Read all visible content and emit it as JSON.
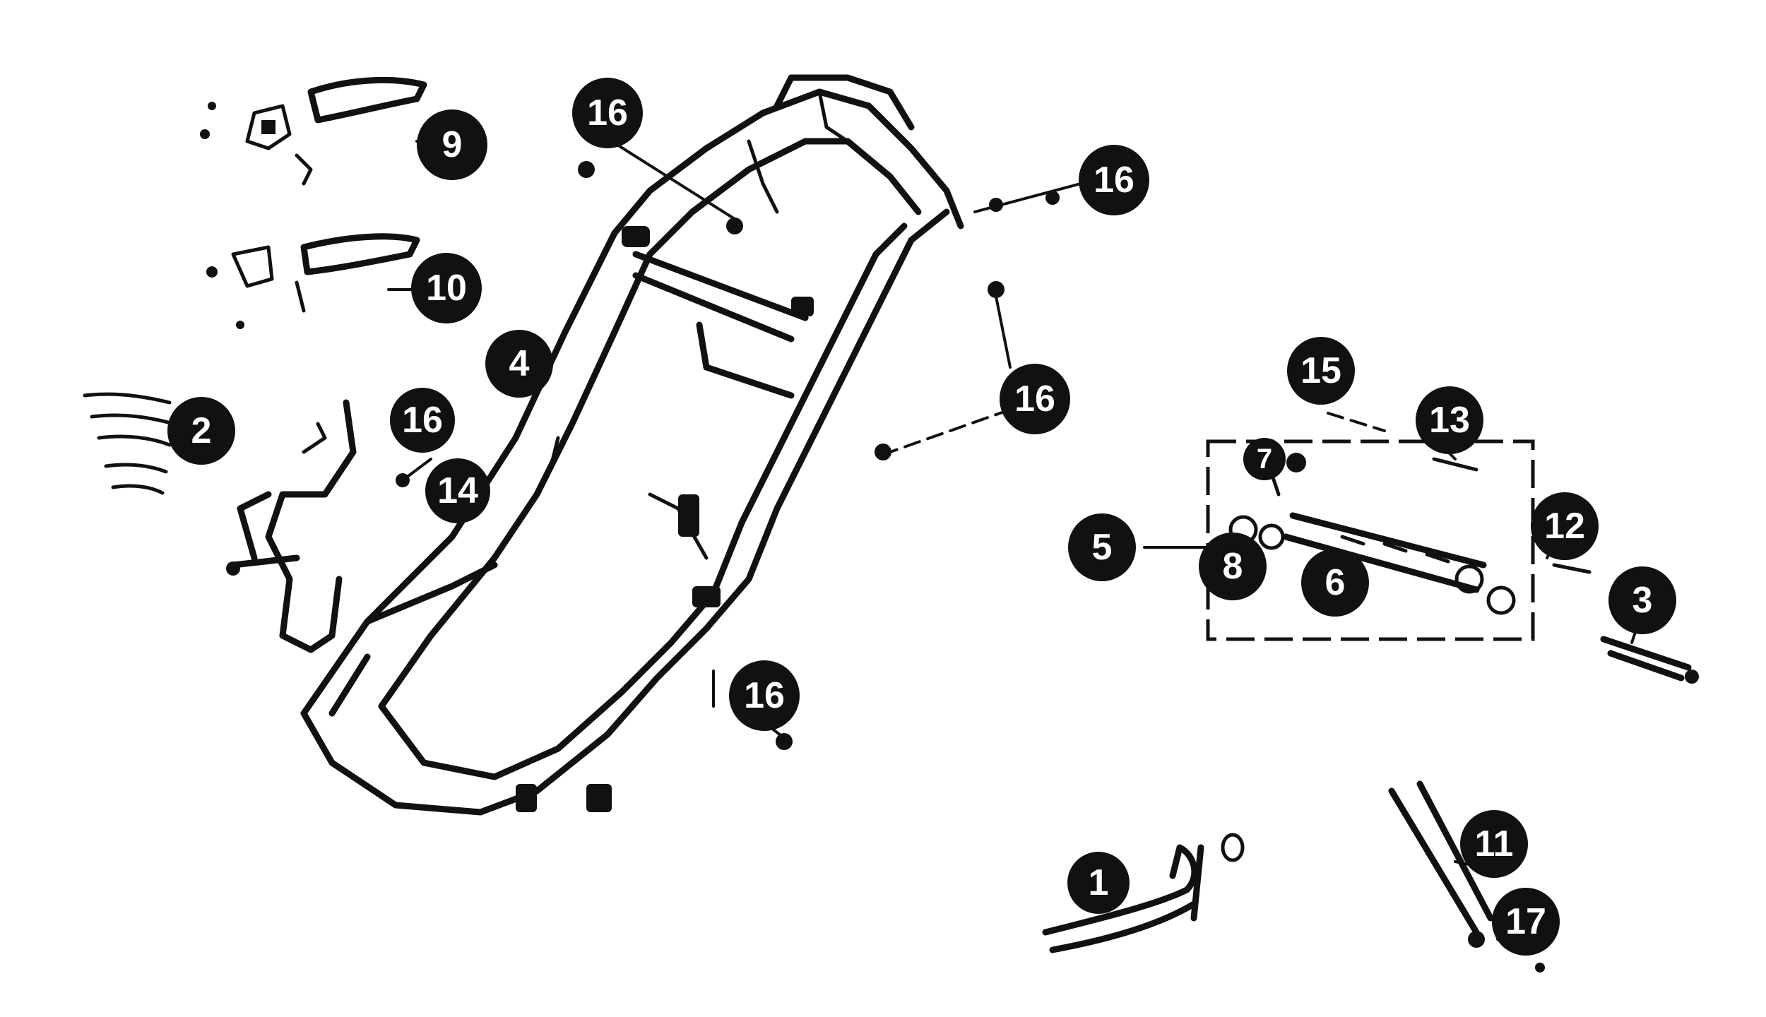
{
  "diagram": {
    "callouts": [
      {
        "id": "c1",
        "label": "1"
      },
      {
        "id": "c2",
        "label": "2"
      },
      {
        "id": "c3",
        "label": "3"
      },
      {
        "id": "c4",
        "label": "4"
      },
      {
        "id": "c5",
        "label": "5"
      },
      {
        "id": "c6",
        "label": "6"
      },
      {
        "id": "c7",
        "label": "7"
      },
      {
        "id": "c8",
        "label": "8"
      },
      {
        "id": "c9",
        "label": "9"
      },
      {
        "id": "c10",
        "label": "10"
      },
      {
        "id": "c11",
        "label": "11"
      },
      {
        "id": "c12",
        "label": "12"
      },
      {
        "id": "c13",
        "label": "13"
      },
      {
        "id": "c14",
        "label": "14"
      },
      {
        "id": "c15",
        "label": "15"
      },
      {
        "id": "c16a",
        "label": "16"
      },
      {
        "id": "c16b",
        "label": "16"
      },
      {
        "id": "c16c",
        "label": "16"
      },
      {
        "id": "c16d",
        "label": "16"
      },
      {
        "id": "c16e",
        "label": "16"
      },
      {
        "id": "c17",
        "label": "17"
      }
    ]
  }
}
